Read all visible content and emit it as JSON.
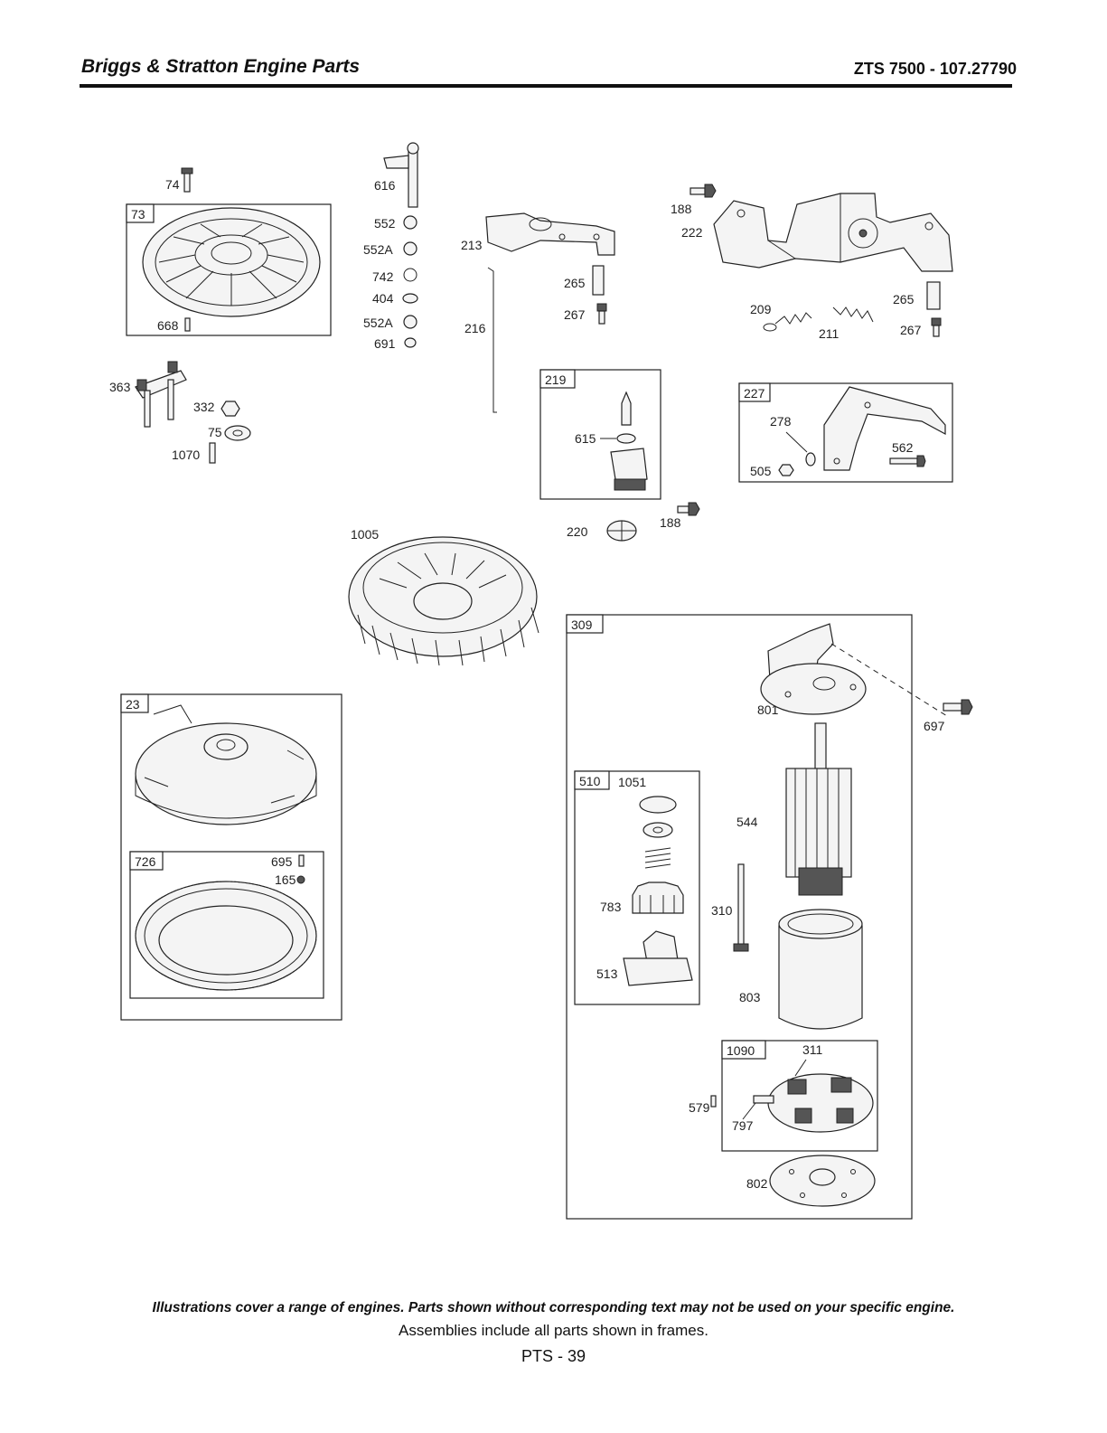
{
  "header": {
    "title": "Briggs & Stratton Engine Parts",
    "model": "ZTS 7500 - 107.27790"
  },
  "frames": {
    "f73": "73",
    "f219": "219",
    "f227": "227",
    "f309": "309",
    "f23": "23",
    "f726": "726",
    "f510": "510",
    "f1090": "1090"
  },
  "parts": {
    "p74": "74",
    "p668": "668",
    "p363": "363",
    "p332": "332",
    "p75": "75",
    "p1070": "1070",
    "p616": "616",
    "p552": "552",
    "p552a_1": "552A",
    "p742": "742",
    "p404": "404",
    "p552a_2": "552A",
    "p691": "691",
    "p213": "213",
    "p216": "216",
    "p265_1": "265",
    "p267_1": "267",
    "p188_1": "188",
    "p222": "222",
    "p209": "209",
    "p211": "211",
    "p265_2": "265",
    "p267_2": "267",
    "p615": "615",
    "p278": "278",
    "p562": "562",
    "p505": "505",
    "p220": "220",
    "p188_2": "188",
    "p1005": "1005",
    "p801": "801",
    "p697": "697",
    "p1051": "1051",
    "p544": "544",
    "p783": "783",
    "p310": "310",
    "p513": "513",
    "p803": "803",
    "p311": "311",
    "p579": "579",
    "p797": "797",
    "p802": "802",
    "p695": "695",
    "p165": "165"
  },
  "footer": {
    "disclaimer": "Illustrations cover a range of engines. Parts shown without corresponding text may not be used on your specific engine.",
    "assemblies": "Assemblies include all parts shown in frames.",
    "page": "PTS - 39"
  }
}
